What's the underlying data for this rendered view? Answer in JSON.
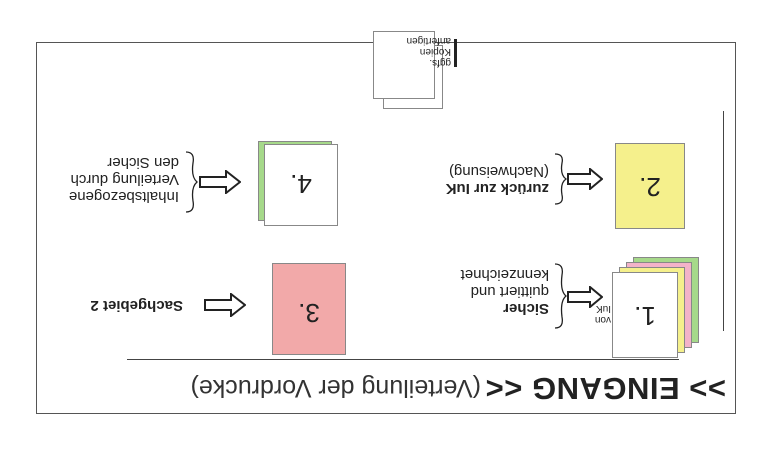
{
  "header": {
    "title": ">> EINGANG <<",
    "subtitle": "(Verteilung der Vordrucke)"
  },
  "steps": [
    {
      "number": "1.",
      "color": "#ffffff",
      "label_lines": [
        "Sicher",
        "quittiert und",
        "kennzeichnet"
      ],
      "side_note": [
        "von",
        "IuK"
      ]
    },
    {
      "number": "2.",
      "color": "#f5f08c",
      "label_lines": [
        "zurück zur IuK",
        "(Nachweisung)"
      ]
    },
    {
      "number": "3.",
      "color": "#f2a9a9",
      "label_lines": [
        "Sachgebiet 2"
      ]
    },
    {
      "number": "4.",
      "color": "#ffffff",
      "label_lines": [
        "Inhaltsbezogene",
        "Verteilung durch",
        "den Sicher"
      ]
    }
  ],
  "note": {
    "lines": [
      "ggfs.",
      "Kopien",
      "anfertigen"
    ]
  },
  "colors": {
    "green": "#a6d98a",
    "pink": "#f3b3c9",
    "yellow": "#f5f08c",
    "red": "#f2a9a9",
    "border": "#555555"
  }
}
